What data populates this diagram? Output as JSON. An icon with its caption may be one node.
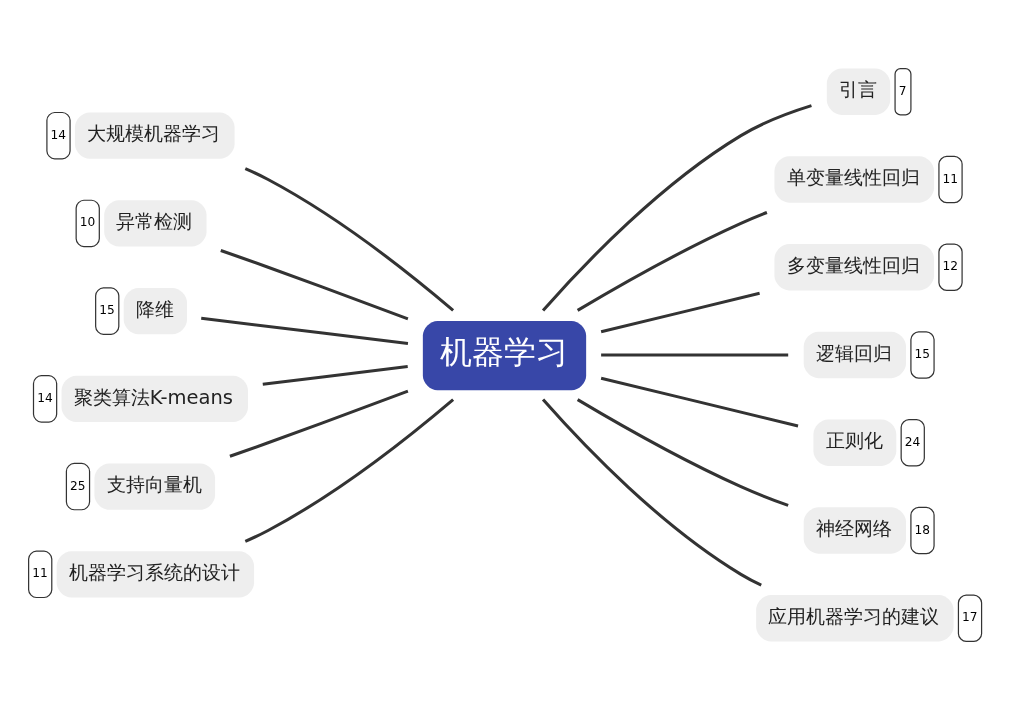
{
  "diagram": {
    "nodes": [
      {
        "text": [
          "机器学习"
        ]
      },
      {
        "text": [
          "引言"
        ],
        "beside": [
          "7"
        ]
      },
      {
        "text": [
          "单变量线性回归"
        ],
        "beside": [
          "11"
        ]
      },
      {
        "text": [
          "多变量线性回归"
        ],
        "beside": [
          "12"
        ]
      },
      {
        "text": [
          "逻辑回归"
        ],
        "beside": [
          "15"
        ]
      },
      {
        "text": [
          "正则化"
        ],
        "beside": [
          "24"
        ]
      },
      {
        "text": [
          "神经网络"
        ],
        "beside": [
          "18"
        ]
      },
      {
        "text": [
          "应用机器学习的建议"
        ],
        "beside": [
          "17"
        ]
      },
      {
        "text": [
          "大规模机器学习"
        ],
        "beside": [
          "14"
        ]
      },
      {
        "text": [
          "异常检测"
        ],
        "beside": [
          "10"
        ]
      },
      {
        "text": [
          "降维"
        ],
        "beside": [
          "15"
        ]
      },
      {
        "text": [
          "聚类算法K-means"
        ],
        "beside": [
          "14"
        ]
      },
      {
        "text": [
          "支持向量机"
        ],
        "beside": [
          "25"
        ]
      },
      {
        "text": [
          "机器学习系统的设计"
        ],
        "beside": [
          "11"
        ]
      }
    ],
    "edges": [
      {
        "from": 0,
        "to": 1,
        "arrow": "none"
      },
      {
        "from": 0,
        "to": 2,
        "arrow": "none"
      },
      {
        "from": 0,
        "to": 3,
        "arrow": "none"
      },
      {
        "from": 0,
        "to": 4,
        "arrow": "none"
      },
      {
        "from": 0,
        "to": 5,
        "arrow": "none"
      },
      {
        "from": 0,
        "to": 6,
        "arrow": "none"
      },
      {
        "from": 0,
        "to": 7,
        "arrow": "none"
      },
      {
        "from": 8,
        "to": 0,
        "arrow": "none"
      },
      {
        "from": 9,
        "to": 0,
        "arrow": "none"
      },
      {
        "from": 10,
        "to": 0,
        "arrow": "none"
      },
      {
        "from": 11,
        "to": 0,
        "arrow": "none"
      },
      {
        "from": 12,
        "to": 0,
        "arrow": "none"
      },
      {
        "from": 13,
        "to": 0,
        "arrow": "none"
      }
    ]
  }
}
